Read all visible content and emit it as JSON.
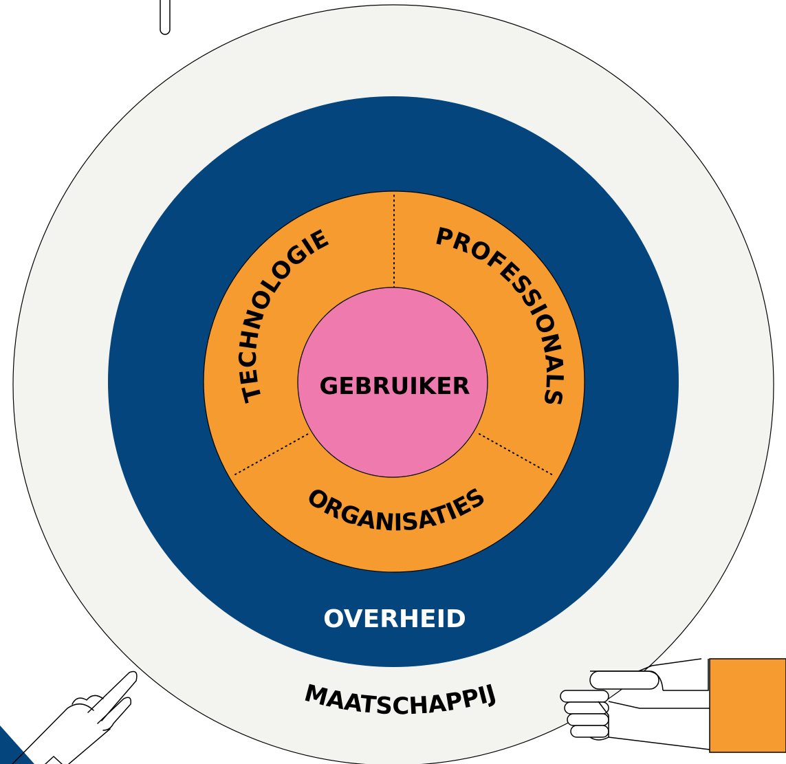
{
  "diagram": {
    "labels": {
      "maatschappij": "MAATSCHAPPIJ",
      "overheid": "OVERHEID",
      "technologie": "TECHNOLOGIE",
      "professionals": "PROFESSIONALS",
      "organisaties": "ORGANISATIES",
      "gebruiker": "GEBRUIKER"
    },
    "colors": {
      "background": "#ffffff",
      "outer_ring": "#f3f3f0",
      "middle_ring": "#03457c",
      "inner_ring": "#f59b30",
      "center": "#ef7aad",
      "outline": "#000000",
      "text_dark": "#000000",
      "text_light": "#ffffff",
      "sleeve": "#f59b30"
    }
  }
}
